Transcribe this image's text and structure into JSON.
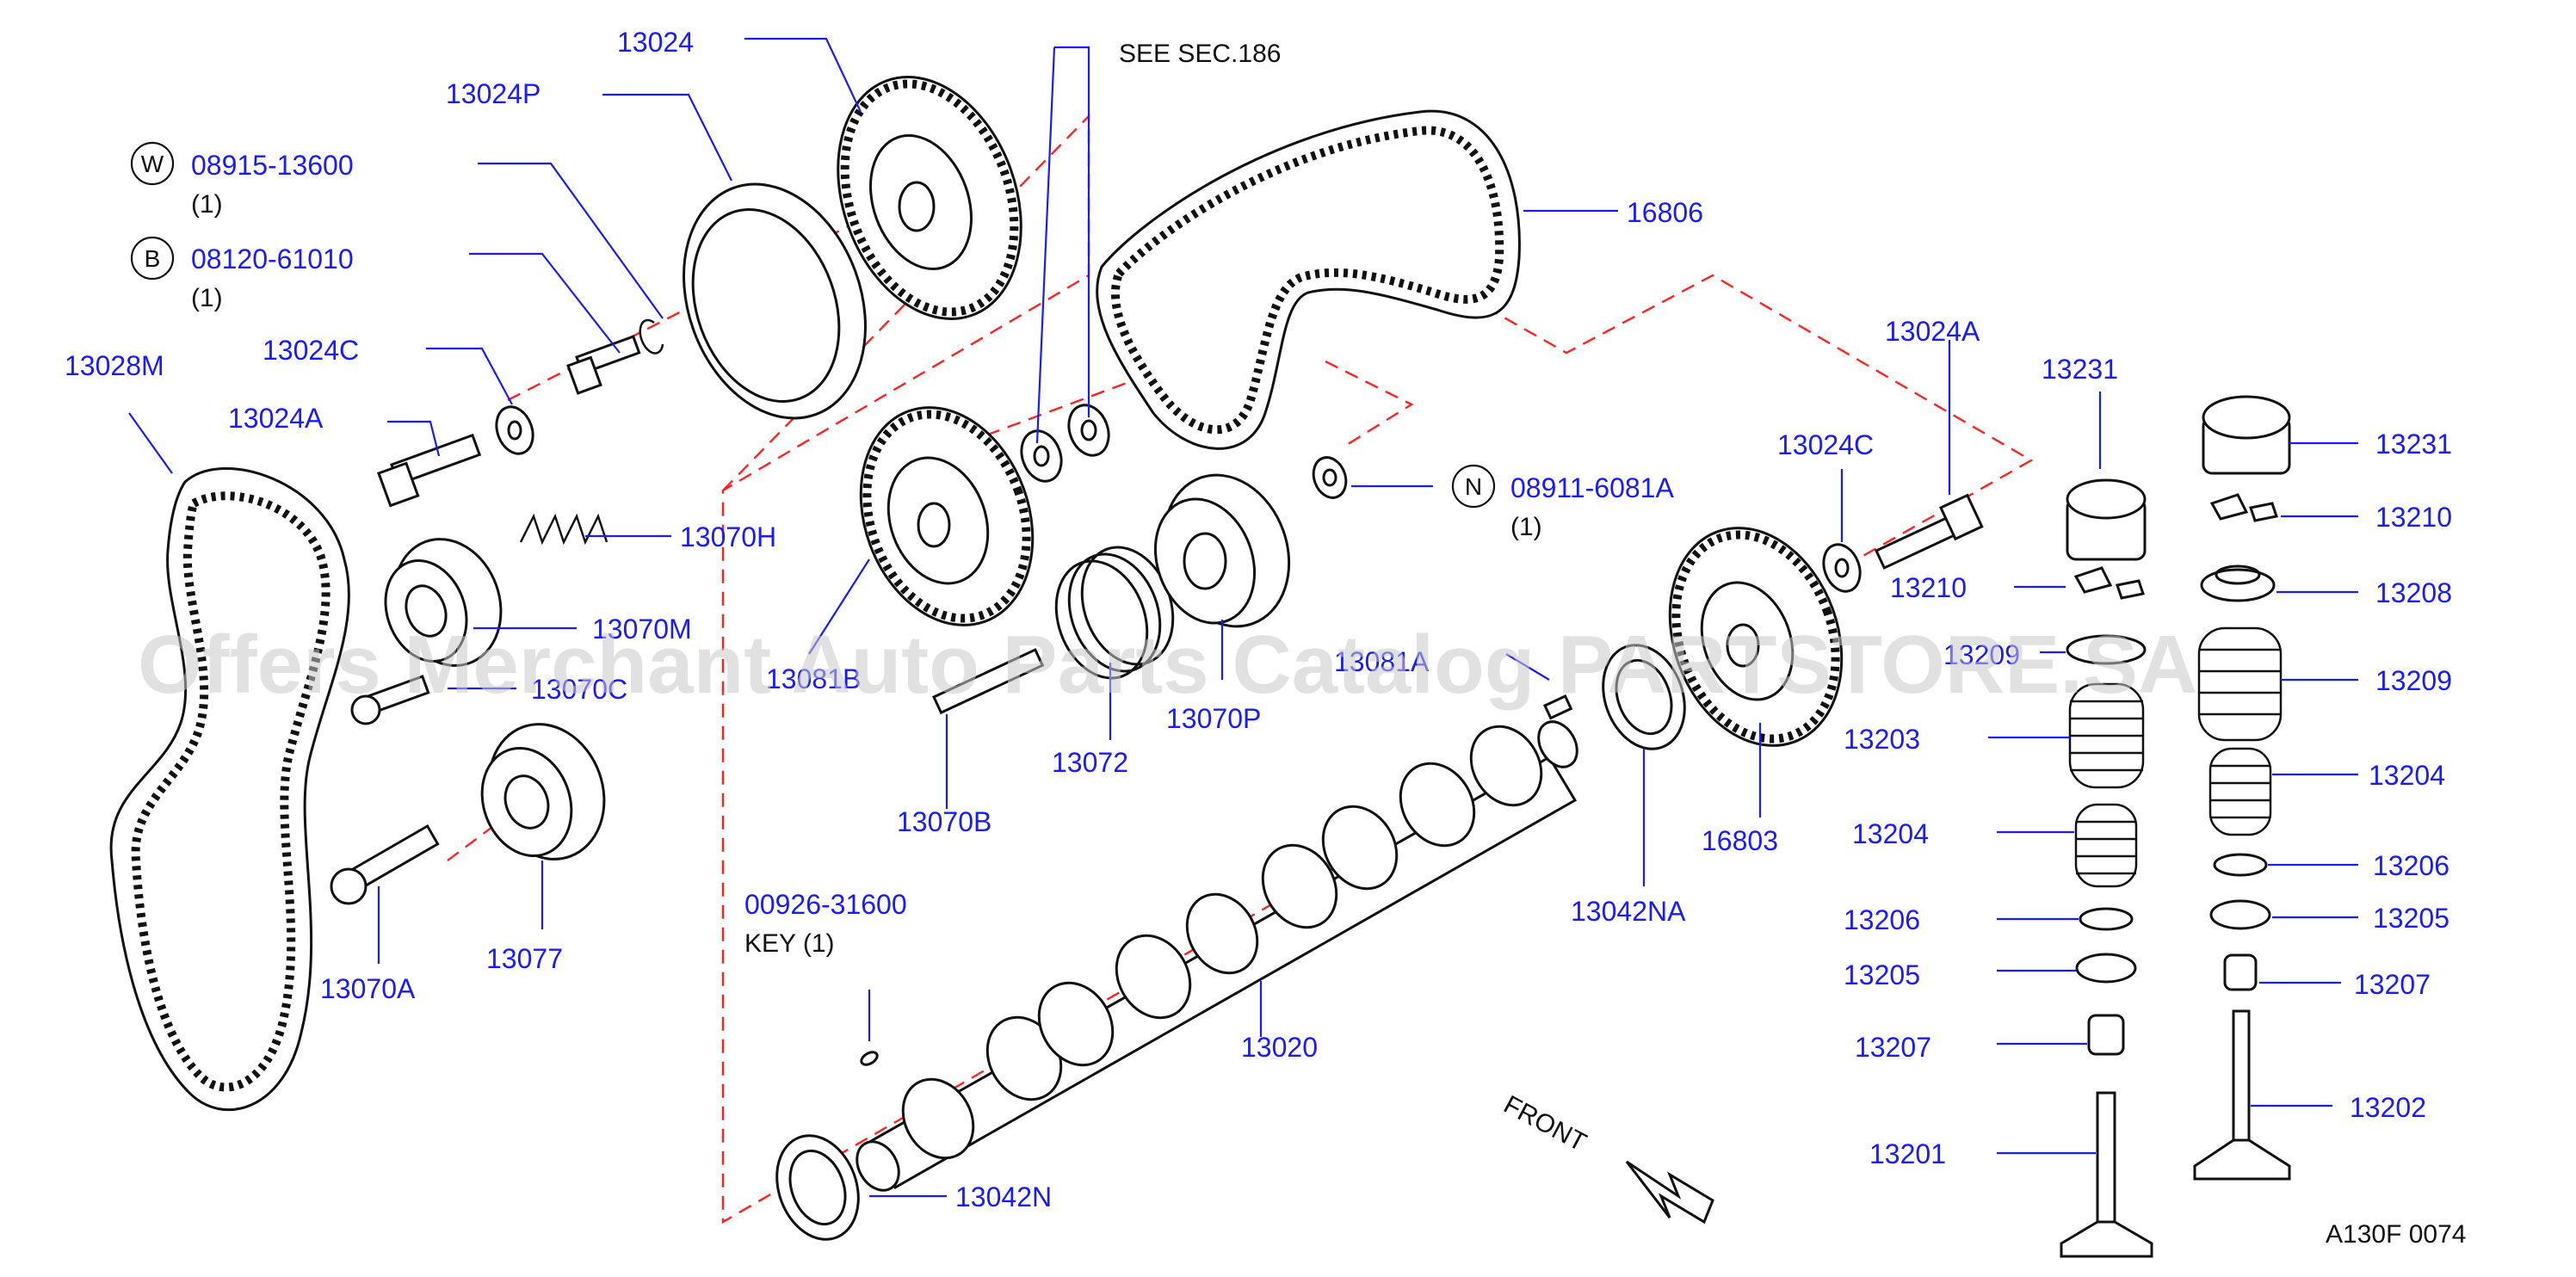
{
  "see_ref": "SEE   SEC.186",
  "diagram_code": "A130F   0074",
  "front_label": "FRONT",
  "watermark": "Offers Merchant Auto Parts Catalog PARTSTORE.SA",
  "symbols": {
    "w": "W",
    "b": "B",
    "n": "N"
  },
  "labels": {
    "p13024": "13024",
    "p13024P": "13024P",
    "p08915": "08915-13600",
    "p08915_qty": "(1)",
    "p08120": "08120-61010",
    "p08120_qty": "(1)",
    "p13024C_left": "13024C",
    "p13028M": "13028M",
    "p13024A_left": "13024A",
    "p13070H": "13070H",
    "p13070M": "13070M",
    "p13070C": "13070C",
    "p13077": "13077",
    "p13070A": "13070A",
    "p16806": "16806",
    "p13024A_right": "13024A",
    "p13024C_right": "13024C",
    "p08911": "08911-6081A",
    "p08911_qty": "(1)",
    "p13081B": "13081B",
    "p13081A": "13081A",
    "p13070B": "13070B",
    "p13072": "13072",
    "p13070P": "13070P",
    "p16803": "16803",
    "p13042NA": "13042NA",
    "p00926": "00926-31600",
    "p_key": "KEY    (1)",
    "p13020": "13020",
    "p13042N": "13042N",
    "v_13231_a": "13231",
    "v_13210_a": "13210",
    "v_13209_a": "13209",
    "v_13203": "13203",
    "v_13204_a": "13204",
    "v_13206_a": "13206",
    "v_13205_a": "13205",
    "v_13207_a": "13207",
    "v_13201": "13201",
    "v_13231_b": "13231",
    "v_13210_b": "13210",
    "v_13208": "13208",
    "v_13209_b": "13209",
    "v_13204_b": "13204",
    "v_13206_b": "13206",
    "v_13205_b": "13205",
    "v_13207_b": "13207",
    "v_13202": "13202"
  }
}
